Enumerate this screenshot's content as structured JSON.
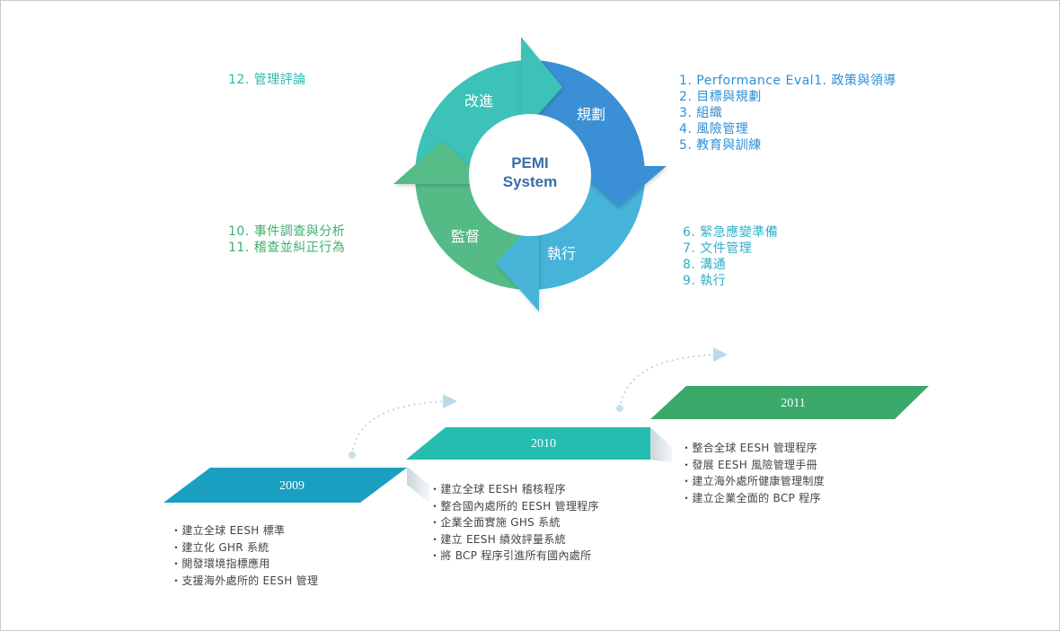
{
  "cycle": {
    "center": {
      "line1": "PEMI",
      "line2": "System"
    },
    "segments": {
      "improve": "改進",
      "plan": "規劃",
      "execute": "執行",
      "monitor": "監督"
    },
    "colors": {
      "improve": "#3cc2b7",
      "plan": "#3b8fd4",
      "execute": "#46b4d8",
      "monitor": "#54bb87",
      "center_text": "#3a6ea8"
    }
  },
  "lists": {
    "improve": [
      "12. 管理評論"
    ],
    "plan": [
      "1. Performance Eval1. 政策與領導",
      "2. 目標與規劃",
      "3. 組織",
      "4. 風險管理",
      "5. 教育與訓練"
    ],
    "execute": [
      "6. 緊急應變準備",
      "7. 文件管理",
      "8. 溝通",
      "9. 執行"
    ],
    "monitor": [
      "10. 事件調查與分析",
      "11. 稽查並糾正行為"
    ]
  },
  "timeline": {
    "colors": {
      "y2009": "#1a9fc0",
      "y2010": "#24bdb0",
      "y2011": "#3aa96a"
    },
    "years": [
      {
        "label": "2009",
        "items": [
          "建立全球 EESH 標準",
          "建立化 GHR 系統",
          "開發環境指標應用",
          "支援海外處所的 EESH 管理"
        ]
      },
      {
        "label": "2010",
        "items": [
          "建立全球 EESH 稽核程序",
          "整合國內處所的 EESH 管理程序",
          "企業全面實施 GHS 系統",
          "建立 EESH 績效評量系統",
          "將 BCP 程序引進所有國內處所"
        ]
      },
      {
        "label": "2011",
        "items": [
          "整合全球 EESH 管理程序",
          "發展 EESH 風險管理手冊",
          "建立海外處所健康管理制度",
          "建立企業全面的 BCP 程序"
        ]
      }
    ]
  }
}
